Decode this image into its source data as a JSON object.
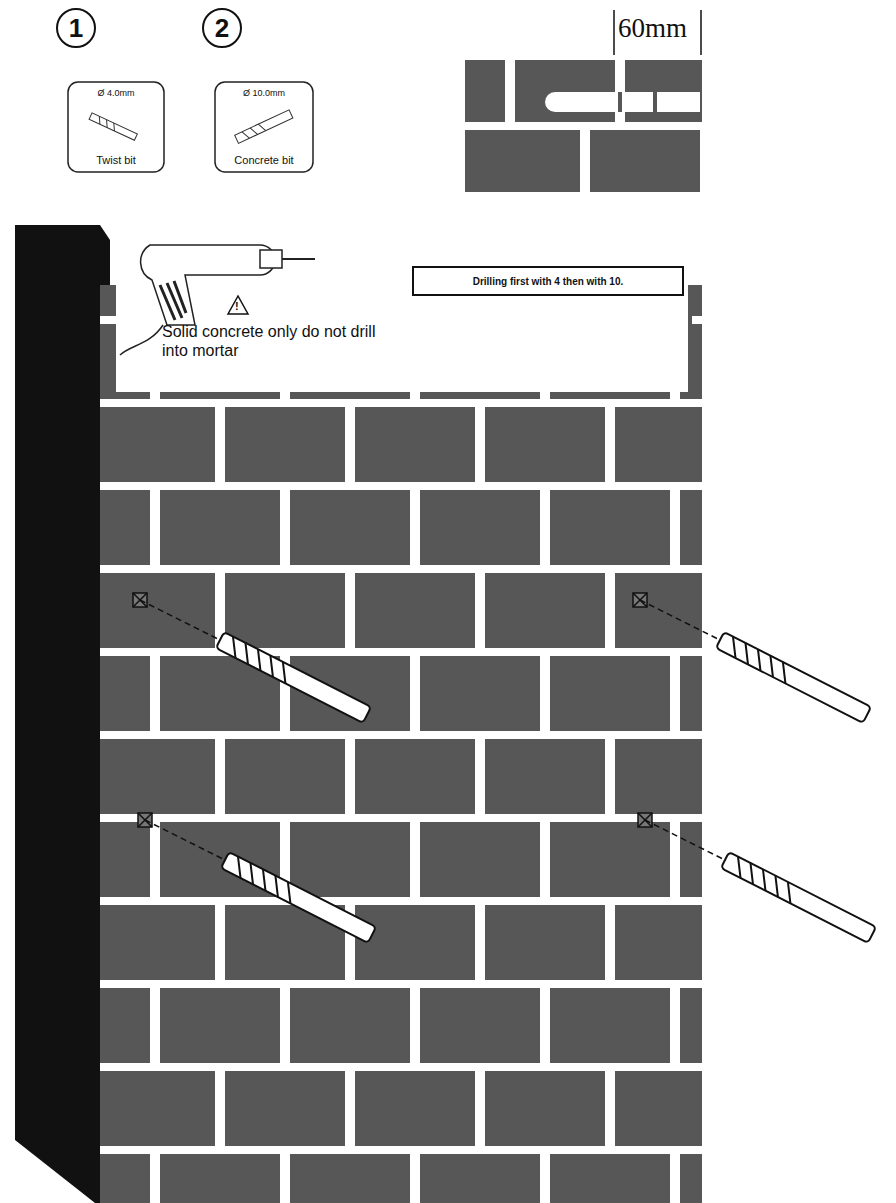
{
  "diagram": {
    "nodes": [
      {
        "text": [
          "1"
        ]
      },
      {
        "text": [
          "Ø 4.0mm",
          "Twist bit"
        ]
      },
      {
        "text": [
          "2"
        ]
      },
      {
        "text": [
          "Ø 10.0mm",
          "Concrete bit"
        ]
      },
      {
        "text": [
          "Drilling first with 4 then with 10."
        ]
      }
    ],
    "labels": [
      "60mm",
      "!",
      "Solid concrete only do not drill into mortar"
    ]
  }
}
